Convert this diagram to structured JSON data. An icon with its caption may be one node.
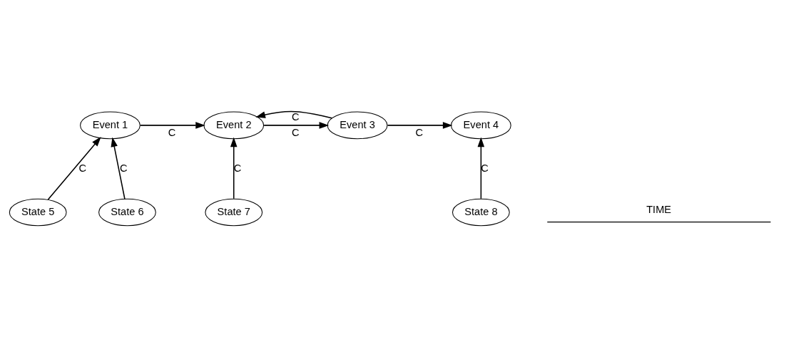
{
  "diagram": {
    "nodes": [
      {
        "text": [
          "Event 1"
        ]
      },
      {
        "text": [
          "Event 2"
        ]
      },
      {
        "text": [
          "Event 3"
        ]
      },
      {
        "text": [
          "Event 4"
        ]
      },
      {
        "text": [
          "State 5"
        ]
      },
      {
        "text": [
          "State 6"
        ]
      },
      {
        "text": [
          "State 7"
        ]
      },
      {
        "text": [
          "State 8"
        ]
      }
    ],
    "edges": [
      {
        "from": 0,
        "to": 1,
        "arrow": "to",
        "label": "C"
      },
      {
        "from": 1,
        "to": 2,
        "arrow": "to",
        "label": "C"
      },
      {
        "from": 2,
        "to": 1,
        "arrow": "to",
        "label": "C"
      },
      {
        "from": 2,
        "to": 3,
        "arrow": "to",
        "label": "C"
      },
      {
        "from": 4,
        "to": 0,
        "arrow": "to",
        "label": "C"
      },
      {
        "from": 5,
        "to": 0,
        "arrow": "to",
        "label": "C"
      },
      {
        "from": 6,
        "to": 1,
        "arrow": "to",
        "label": "C"
      },
      {
        "from": 7,
        "to": 3,
        "arrow": "to",
        "label": "C"
      }
    ],
    "labels": [
      "TIME"
    ]
  }
}
